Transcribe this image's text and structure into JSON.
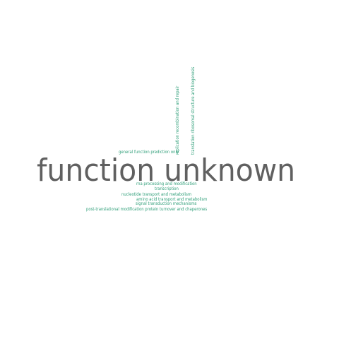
{
  "colors": {
    "background": "#ffffff",
    "primary_word": "#606060",
    "secondary_words": "#2e9e78"
  },
  "words": [
    {
      "id": "function-unknown",
      "text": "function unknown",
      "orientation": "horizontal"
    },
    {
      "id": "general-function-prediction-only",
      "text": "general function prediction only",
      "orientation": "horizontal"
    },
    {
      "id": "rna-processing-and-modification",
      "text": "rna processing and modification",
      "orientation": "horizontal"
    },
    {
      "id": "transcription",
      "text": "transcription",
      "orientation": "horizontal"
    },
    {
      "id": "nucleotide-transport-and-metabolism",
      "text": "nucleotide transport and metabolism",
      "orientation": "horizontal"
    },
    {
      "id": "amino-acid-transport-and-metabolism",
      "text": "amino acid transport and metabolism",
      "orientation": "horizontal"
    },
    {
      "id": "signal-transduction-mechanisms",
      "text": "signal transduction mechanisms",
      "orientation": "horizontal"
    },
    {
      "id": "post-translational-modification",
      "text": "post-translational modification protein turnover and chaperones",
      "orientation": "horizontal"
    },
    {
      "id": "replication-recombination-and-repair",
      "text": "replication recombination and repair",
      "orientation": "vertical"
    },
    {
      "id": "translation-ribosomal-structure",
      "text": "translation ribosomal structure and biogenesis",
      "orientation": "vertical"
    }
  ]
}
